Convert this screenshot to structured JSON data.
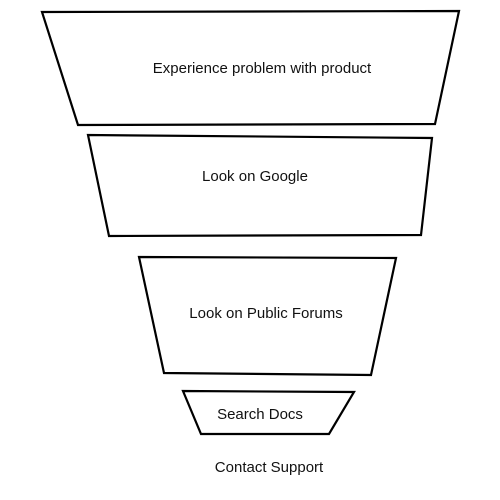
{
  "diagram": {
    "stages": [
      {
        "label": "Experience problem with product"
      },
      {
        "label": "Look on Google"
      },
      {
        "label": "Look on Public Forums"
      },
      {
        "label": "Search Docs"
      }
    ],
    "final_step": {
      "label": "Contact Support"
    },
    "colors": {
      "stroke": "#000000",
      "fill": "#ffffff",
      "text": "#111111"
    }
  }
}
